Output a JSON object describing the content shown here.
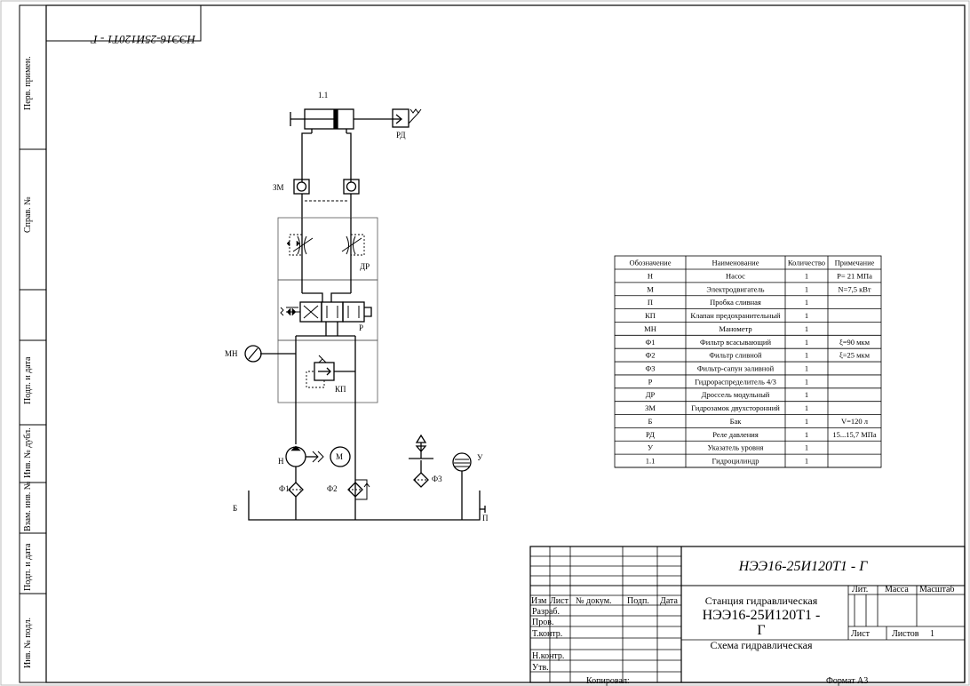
{
  "sheet": {
    "mirrored_code": "НЭЭ16-25И120Т1 - Г",
    "side_labels": [
      "Перв. примен.",
      "Справ. №",
      "Подп. и дата",
      "Инв. № дубл.",
      "Взам. инв. №",
      "Подп. и дата",
      "Инв. № подл."
    ],
    "footer_copy": "Копировал:",
    "footer_format": "Формат A3"
  },
  "schematic": {
    "labels": {
      "cylinder": "1.1",
      "pressure_relay": "РД",
      "check_lock": "ЗМ",
      "throttle": "ДР",
      "distributor": "Р",
      "manometer": "МН",
      "relief_valve": "КП",
      "pump": "Н",
      "motor": "М",
      "filter1": "Ф1",
      "filter2": "Ф2",
      "filter3": "Ф3",
      "level": "У",
      "tank": "Б",
      "plug": "П"
    }
  },
  "spec_table": {
    "headers": [
      "Обозначение",
      "Наименование",
      "Количество",
      "Примечание"
    ],
    "rows": [
      [
        "Н",
        "Насос",
        "1",
        "P= 21 МПа"
      ],
      [
        "М",
        "Электродвигатель",
        "1",
        "N=7,5 кВт"
      ],
      [
        "П",
        "Пробка сливная",
        "1",
        ""
      ],
      [
        "КП",
        "Клапан предохранительный",
        "1",
        ""
      ],
      [
        "МН",
        "Манометр",
        "1",
        ""
      ],
      [
        "Ф1",
        "Фильтр всасывающий",
        "1",
        "ξ=90 мкм"
      ],
      [
        "Ф2",
        "Фильтр сливной",
        "1",
        "ξ=25 мкм"
      ],
      [
        "Ф3",
        "Фильтр-сапун заливной",
        "1",
        ""
      ],
      [
        "Р",
        "Гидрораспределитель 4/3",
        "1",
        ""
      ],
      [
        "ДР",
        "Дроссель модульный",
        "1",
        ""
      ],
      [
        "ЗМ",
        "Гидрозамок двухсторонний",
        "1",
        ""
      ],
      [
        "Б",
        "Бак",
        "1",
        "V=120 л"
      ],
      [
        "РД",
        "Реле давления",
        "1",
        "15...15,7 МПа"
      ],
      [
        "У",
        "Указатель уровня",
        "1",
        ""
      ],
      [
        "1.1",
        "Гидроцилиндр",
        "1",
        ""
      ]
    ]
  },
  "title_block": {
    "code_top": "НЭЭ16-25И120Т1 - Г",
    "col_izm": "Изм",
    "col_list": "Лист",
    "col_doc": "№ докум.",
    "col_sign": "Подп.",
    "col_date": "Дата",
    "row_razrab": "Разраб.",
    "row_prov": "Пров.",
    "row_tkontr": "Т.контр.",
    "row_nkontr": "Н.контр.",
    "row_utv": "Утв.",
    "name_line1": "Станция гидравлическая",
    "name_code_1": "НЭЭ16-25И120Т1 -",
    "name_code_2": "Г",
    "name_line3": "Схема гидравлическая",
    "lit": "Лит.",
    "mass": "Масса",
    "scale": "Масштаб",
    "sheet": "Лист",
    "sheets": "Листов",
    "sheets_val": "1"
  }
}
